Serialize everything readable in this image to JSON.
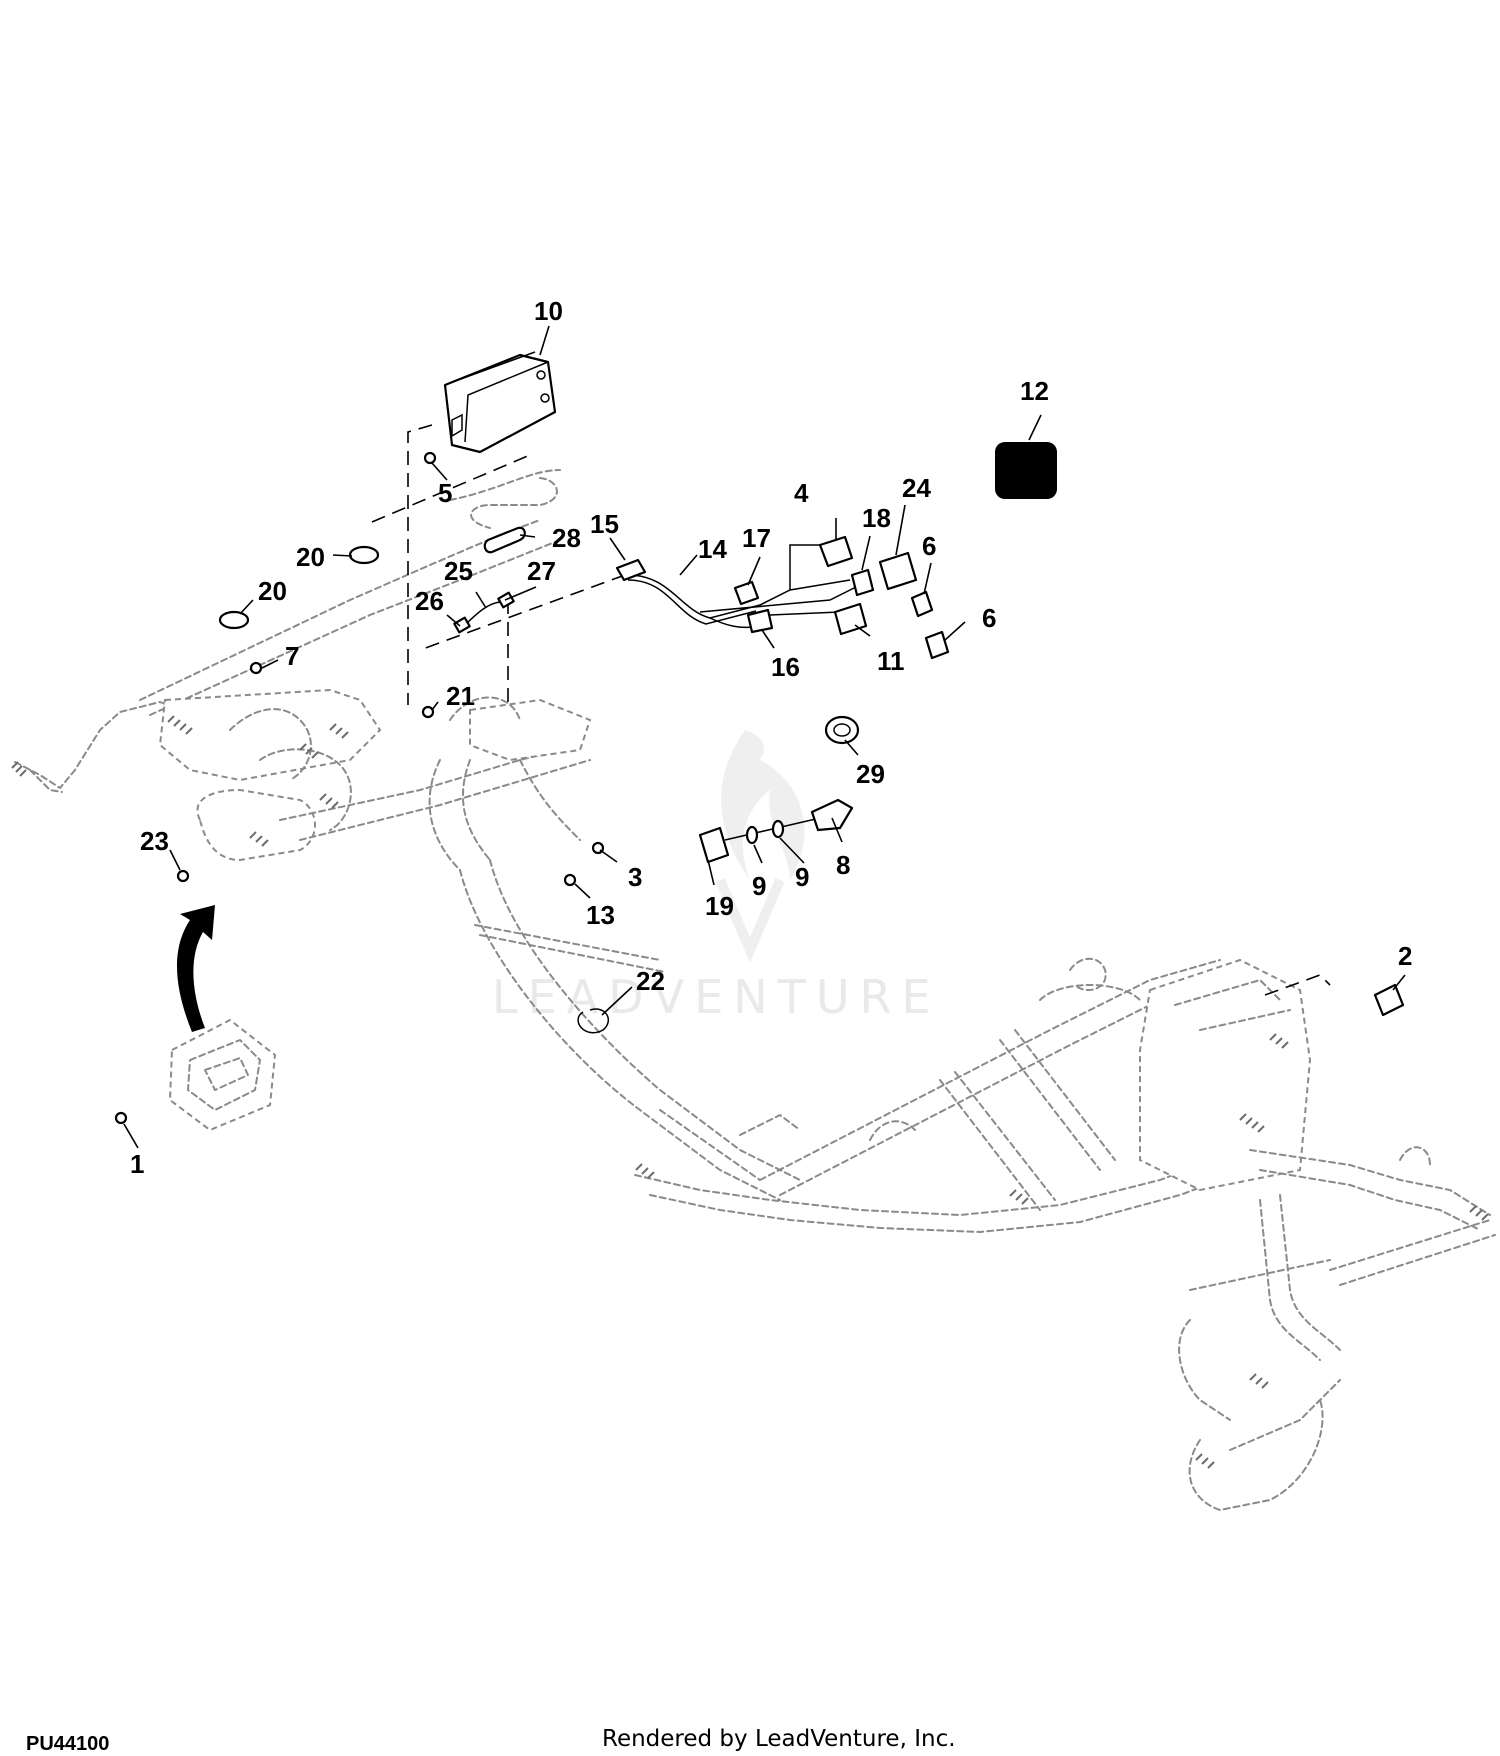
{
  "figure_id": "PU44100",
  "render_credit": "Rendered by LeadVenture, Inc.",
  "watermark_text": "LEADVENTURE",
  "callouts": [
    "1",
    "2",
    "3",
    "4",
    "5",
    "6",
    "6",
    "7",
    "8",
    "9",
    "9",
    "10",
    "11",
    "12",
    "13",
    "14",
    "15",
    "16",
    "17",
    "18",
    "19",
    "20",
    "20",
    "21",
    "22",
    "23",
    "24",
    "25",
    "26",
    "27",
    "28",
    "29"
  ],
  "colors": {
    "ink": "#000000",
    "ghost": "#8a8a8a",
    "watermark": "#e9e9e9",
    "background": "#ffffff"
  }
}
